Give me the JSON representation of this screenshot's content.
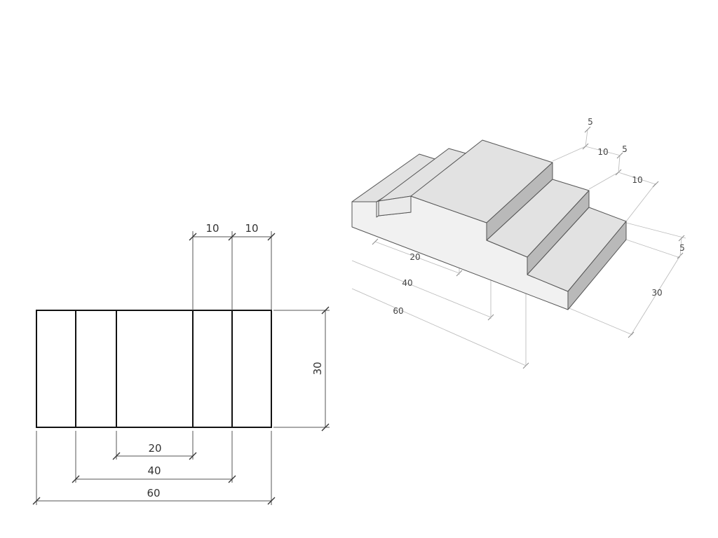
{
  "plan_view": {
    "dims": {
      "top_10_left": "10",
      "top_10_right": "10",
      "side_30": "30",
      "bottom_20": "20",
      "bottom_40": "40",
      "bottom_60": "60"
    }
  },
  "iso_view": {
    "dims": {
      "height_5_top": "5",
      "width_10_a": "10",
      "height_5_mid": "5",
      "width_10_b": "10",
      "height_5_low": "5",
      "depth_30": "30",
      "length_20": "20",
      "length_40": "40",
      "length_60": "60"
    }
  },
  "colors": {
    "top_face": "#e2e2e2",
    "front_face": "#f1f1f1",
    "side_face": "#b9b9b9",
    "plan_line": "#111111"
  }
}
